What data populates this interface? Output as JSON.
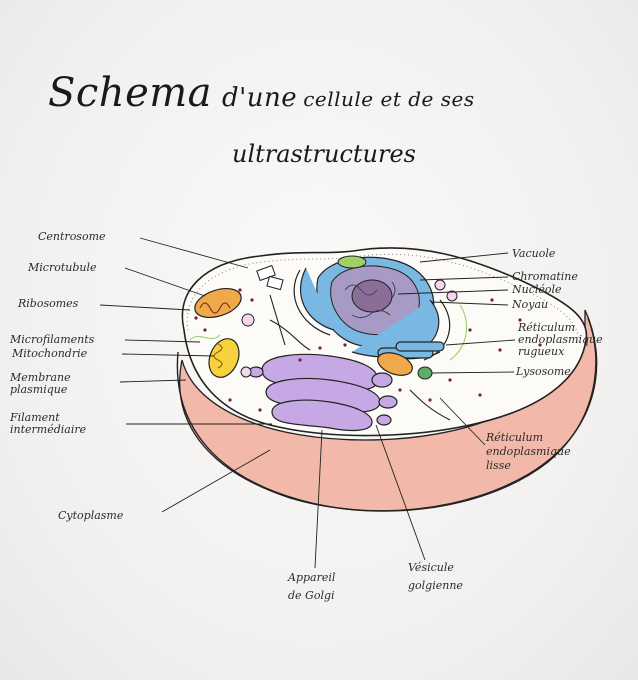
{
  "title": {
    "line1_word1": "Schema",
    "line1_word2": "d'une",
    "line1_rest": "cellule et de  ses",
    "line2": "ultrastructures"
  },
  "labels": {
    "centrosome": "Centrosome",
    "microtubule": "Microtubule",
    "ribosomes": "Ribosomes",
    "microfilaments": "Microfilaments",
    "mitochondrie": "Mitochondrie",
    "membrane_line1": "Membrane",
    "membrane_line2": "plasmique",
    "filament_line1": "Filament",
    "filament_line2": "intermédiaire",
    "cytoplasme": "Cytoplasme",
    "appareil_line1": "Appareil",
    "appareil_line2": "de Golgi",
    "vesicule_line1": "Vésicule",
    "vesicule_line2": "golgienne",
    "vacuole": "Vacuole",
    "chromatine": "Chromatine",
    "nucleole": "Nucléole",
    "noyau": "Noyau",
    "rer_line1": "Réticulum",
    "rer_line2": "endoplasmique",
    "rer_line3": "rugueux",
    "lysosome": "Lysosome",
    "rel_line1": "Réticulum",
    "rel_line2": "endoplasmique",
    "rel_line3": "lisse"
  },
  "colors": {
    "cell_base": "#f2b9aa",
    "cytoplasm": "#fdfbf8",
    "golgi": "#c6a9e4",
    "nucleus_envelope": "#79b8e3",
    "nucleus": "#a79ac4",
    "nucleolus": "#8a6e98",
    "rough_er": "#6fb0df",
    "mitochondria": "#f0a94a",
    "lysosome": "#5cae6a",
    "microfilament": "#9fd06a",
    "ink": "#222222"
  }
}
